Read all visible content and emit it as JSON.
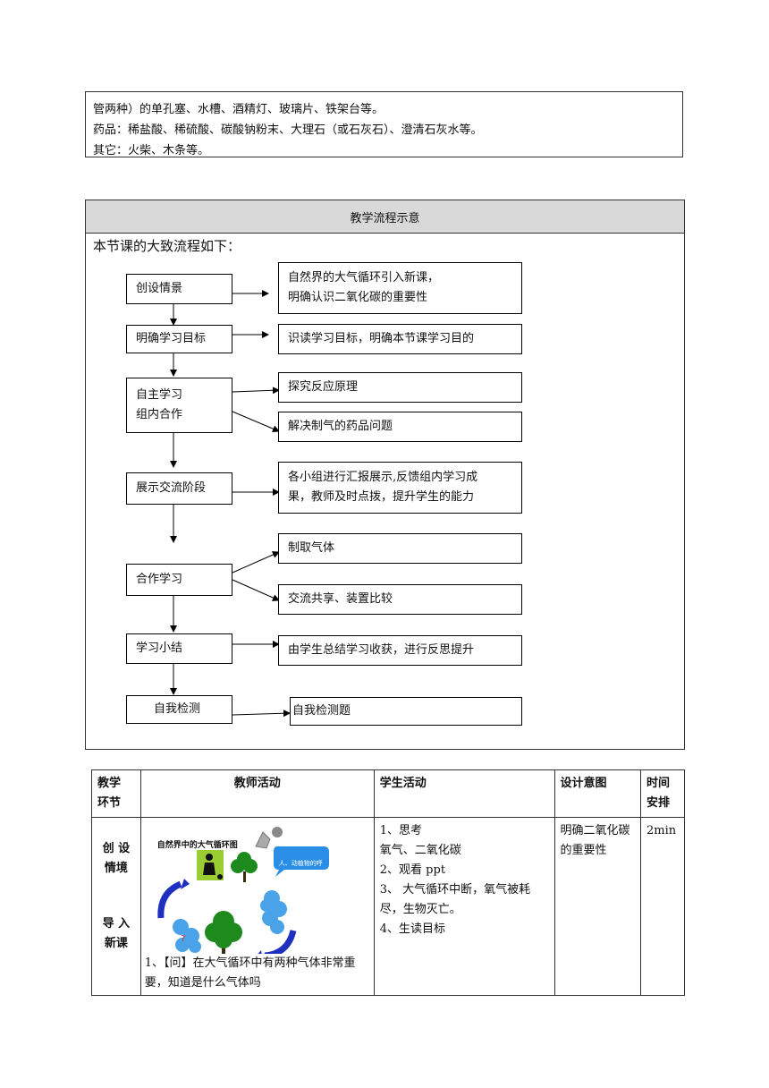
{
  "materials": {
    "lines": [
      "管两种）的单孔塞、水槽、酒精灯、玻璃片、铁架台等。",
      "药品：稀盐酸、稀硫酸、碳酸钠粉末、大理石（或石灰石）、澄清石灰水等。",
      "其它：火柴、木条等。"
    ]
  },
  "flow": {
    "header": "教学流程示意",
    "intro": "本节课的大致流程如下：",
    "stages": [
      {
        "line1": "创设情景",
        "line2": ""
      },
      {
        "line1": "明确学习目标",
        "line2": ""
      },
      {
        "line1": "自主学习",
        "line2": "组内合作"
      },
      {
        "line1": "展示交流阶段",
        "line2": ""
      },
      {
        "line1": "合作学习",
        "line2": ""
      },
      {
        "line1": "学习小结",
        "line2": ""
      },
      {
        "line1": "自我检测",
        "line2": ""
      }
    ],
    "outcomes": [
      {
        "line1": "自然界的大气循环引入新课，",
        "line2": "明确认识二氧化碳的重要性"
      },
      {
        "line1": "识读学习目标，明确本节课学习目的",
        "line2": ""
      },
      {
        "line1": "探究反应原理",
        "line2": ""
      },
      {
        "line1": "解决制气的药品问题",
        "line2": ""
      },
      {
        "line1": "各小组进行汇报展示,反馈组内学习成",
        "line2": "果，教师及时点拨，提升学生的能力"
      },
      {
        "line1": "制取气体",
        "line2": ""
      },
      {
        "line1": "交流共享、装置比较",
        "line2": ""
      },
      {
        "line1": "由学生总结学习收获，进行反思提升",
        "line2": ""
      },
      {
        "line1": "自我检测题",
        "line2": ""
      }
    ]
  },
  "table": {
    "headers": {
      "stage_l1": "教学",
      "stage_l2": "环节",
      "teacher": "教师活动",
      "student": "学生活动",
      "design": "设计意图",
      "time_l1": "时间",
      "time_l2": "安排"
    },
    "row1": {
      "stage_a1": "创 设",
      "stage_a2": "情境",
      "stage_b1": "导 入",
      "stage_b2": "新课",
      "cycle_title": "自然界中的大气循环图",
      "bubble": "人、动植物的呼",
      "teacher_text": "1、【问】在大气循环中有两种气体非常重要，知道是什么气体吗",
      "student_lines": [
        "1、思考",
        "氧气、二氧化碳",
        "2、观看 ppt",
        "3、 大气循环中断，氧气被耗尽，生物灭亡。",
        "4、生读目标"
      ],
      "design": "明确二氧化碳的重要性",
      "time": "2min"
    }
  },
  "colors": {
    "header_bg": "#d9d9d9",
    "cycle_arrow": "#1f2fbf",
    "cloud": "#4aa3e8",
    "tree": "#1e8a1e"
  }
}
